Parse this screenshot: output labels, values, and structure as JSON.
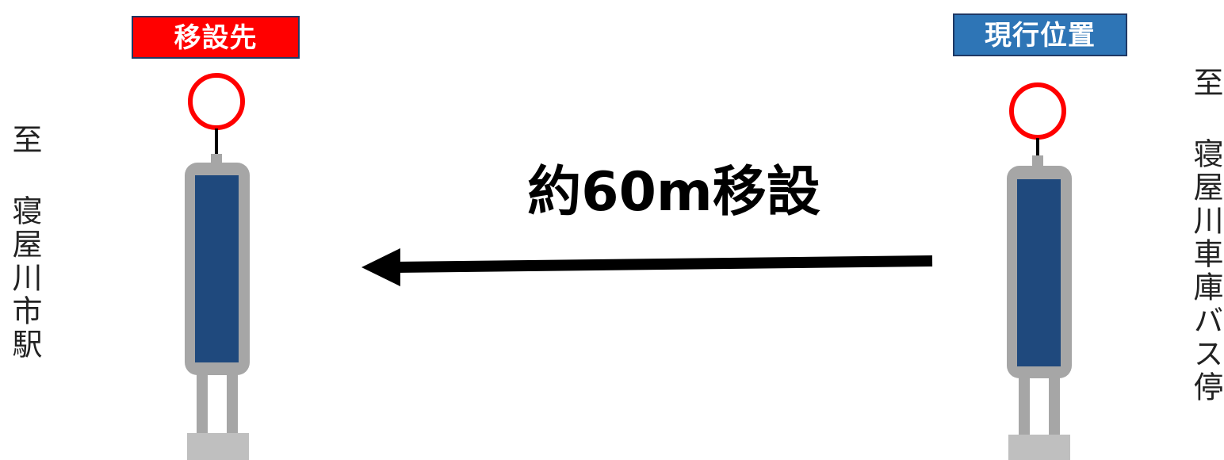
{
  "labels": {
    "new_location": "移設先",
    "current_location": "現行位置",
    "distance": "約60m移設",
    "left_direction_prefix": "至",
    "left_direction_name": "寝屋川市駅",
    "right_direction_prefix": "至",
    "right_direction_name": "寝屋川車庫バス停"
  },
  "colors": {
    "new_location_badge": "#ff0000",
    "current_location_badge": "#2e75b6",
    "sign_ring": "#ff0000",
    "pole_frame": "#a6a6a6",
    "pole_panel": "#1f497d",
    "arrow": "#000000"
  },
  "icons": {
    "bus_stop": "bus-stop-pole-icon",
    "arrow": "arrow-left-icon"
  }
}
